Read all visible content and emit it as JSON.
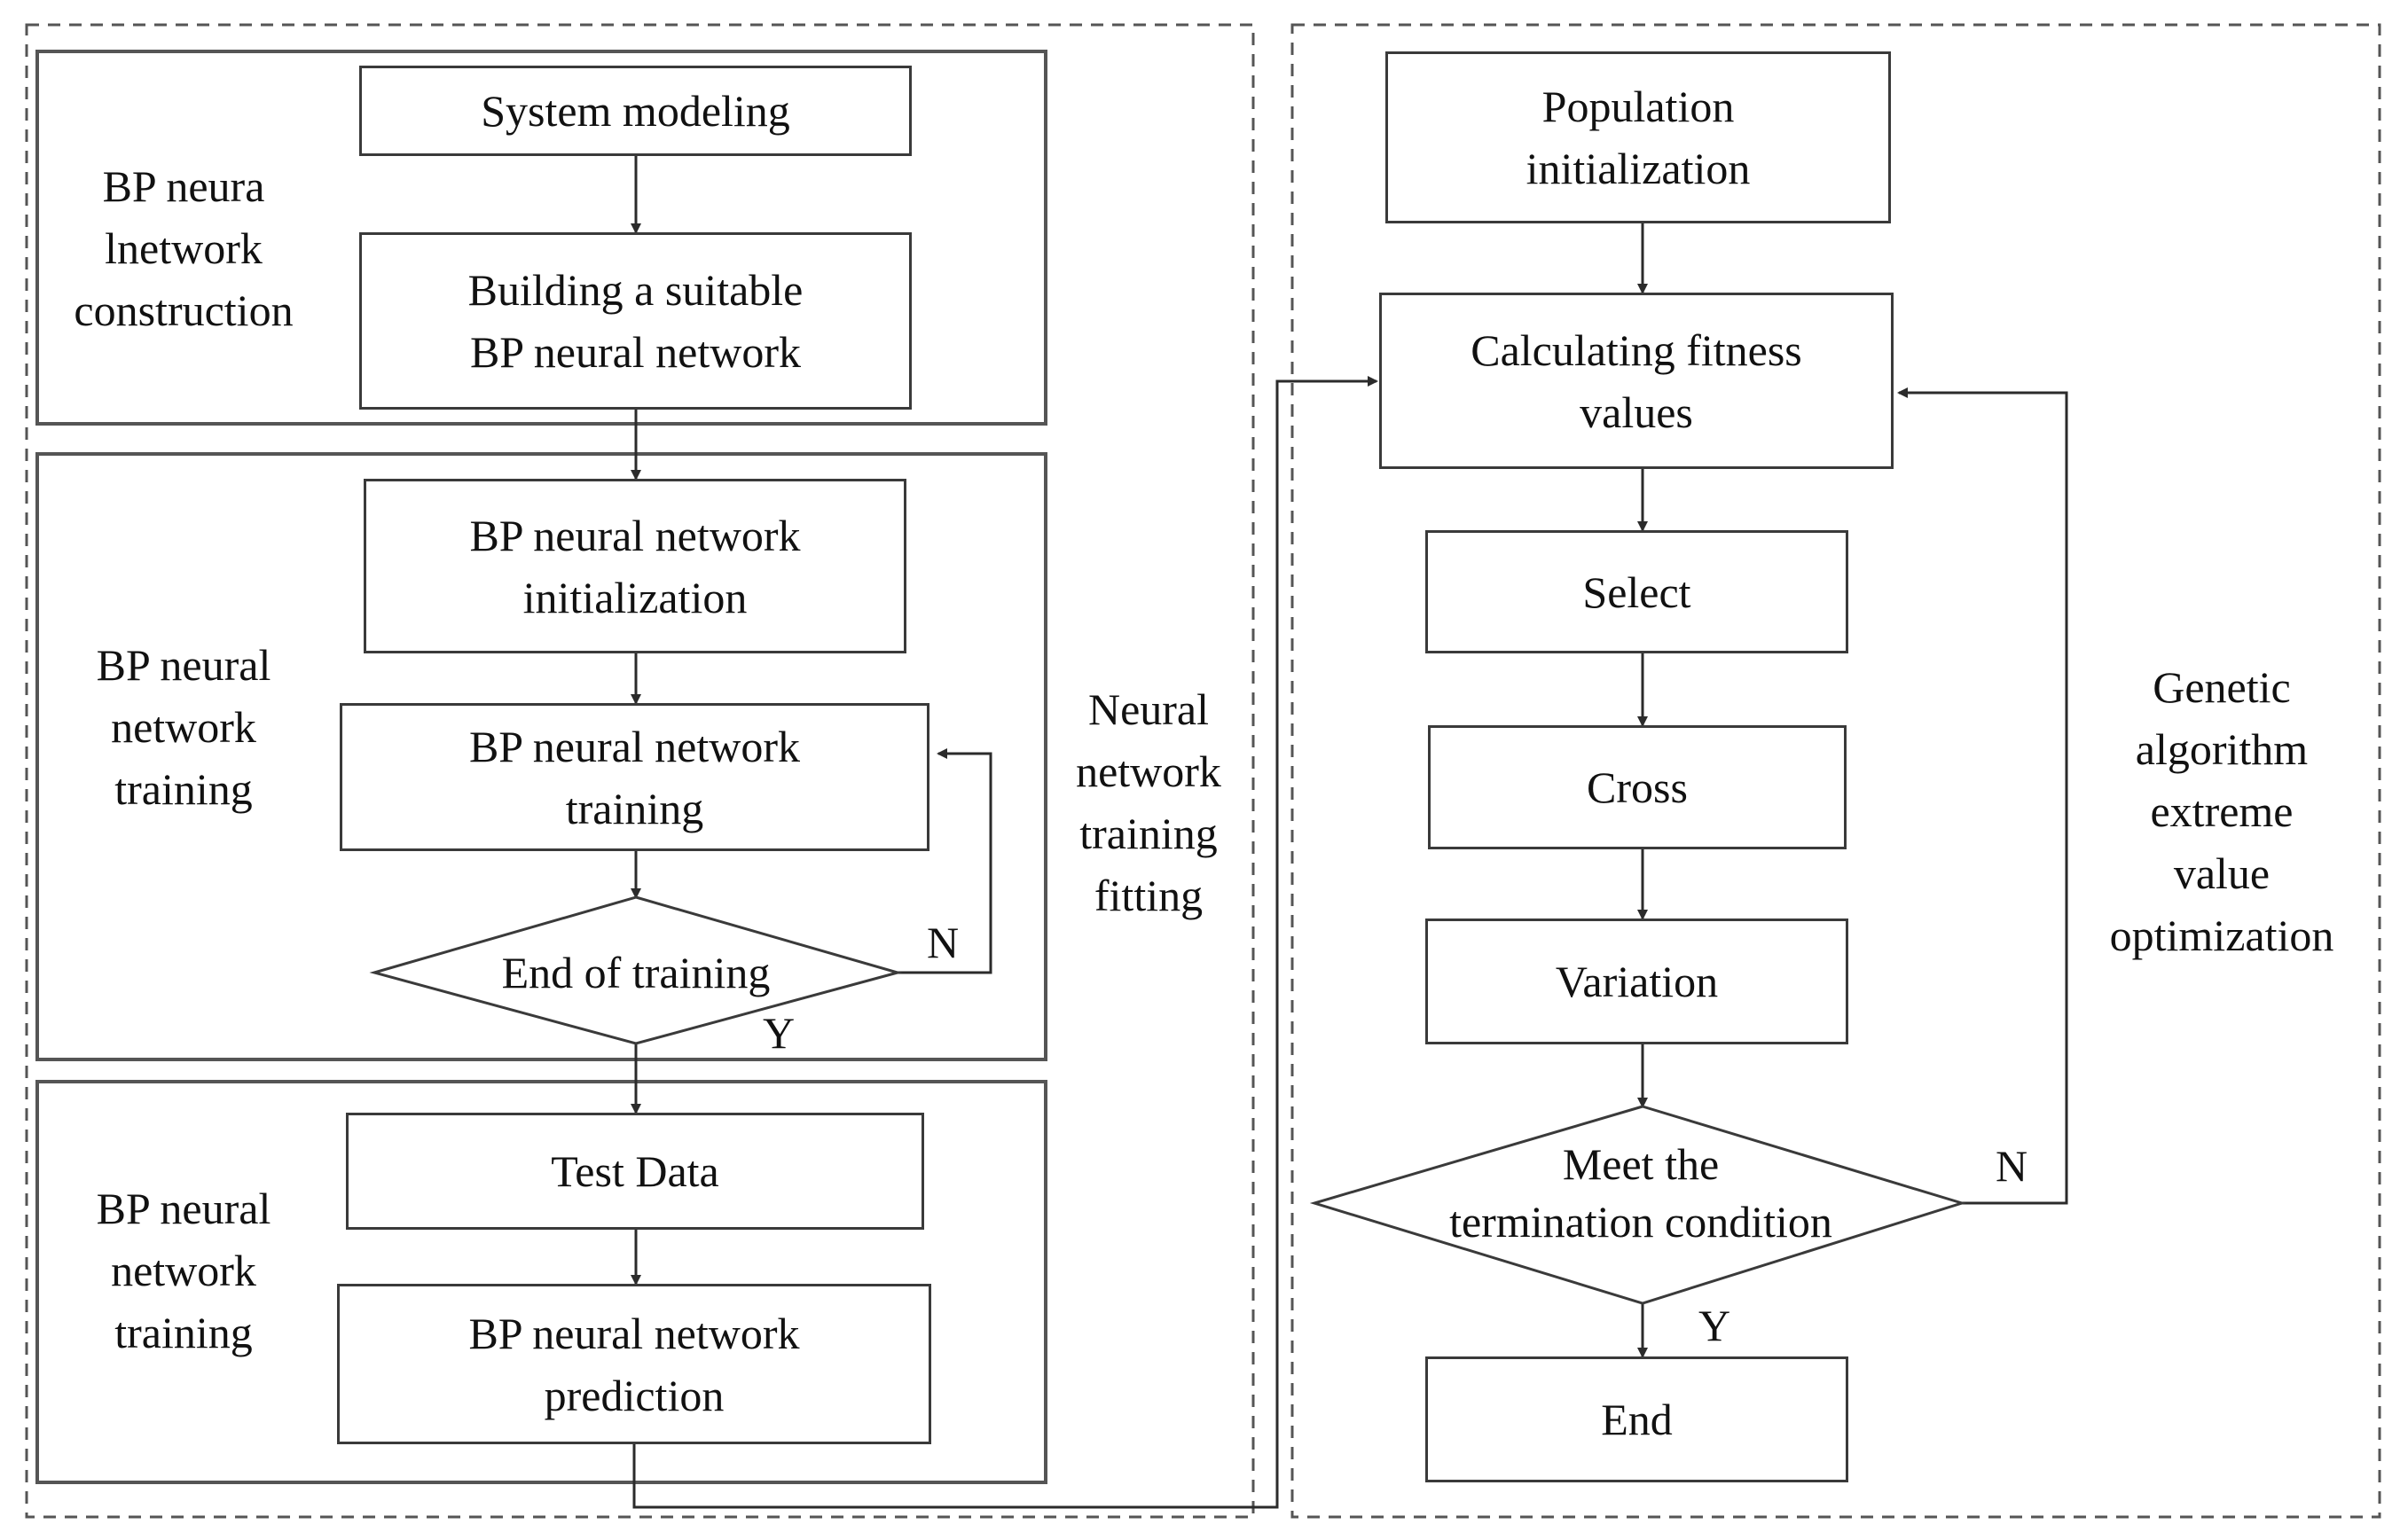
{
  "left_panel": {
    "section1": {
      "label": "BP neura\nlnetwork\nconstruction",
      "step1": "System modeling",
      "step2": "Building a suitable\nBP neural network"
    },
    "section2": {
      "label": "BP neural\nnetwork\ntraining",
      "step1": "BP neural network\ninitialization",
      "step2": "BP neural network\ntraining",
      "decision": "End of training",
      "no_label": "N",
      "yes_label": "Y"
    },
    "section3": {
      "label": "BP neural\nnetwork\ntraining",
      "step1": "Test Data",
      "step2": "BP neural network\nprediction"
    },
    "panel_label": "Neural\nnetwork\ntraining\nfitting"
  },
  "right_panel": {
    "step1": "Population\ninitialization",
    "step2": "Calculating fitness\nvalues",
    "step3": "Select",
    "step4": "Cross",
    "step5": "Variation",
    "decision": "Meet the\ntermination condition",
    "no_label": "N",
    "yes_label": "Y",
    "end": "End",
    "panel_label": "Genetic\nalgorithm\nextreme\nvalue\noptimization"
  },
  "colors": {
    "line": "#2b2b2b",
    "box_border": "#3a3a3a",
    "dashed_border": "#555555",
    "text": "#111111"
  }
}
